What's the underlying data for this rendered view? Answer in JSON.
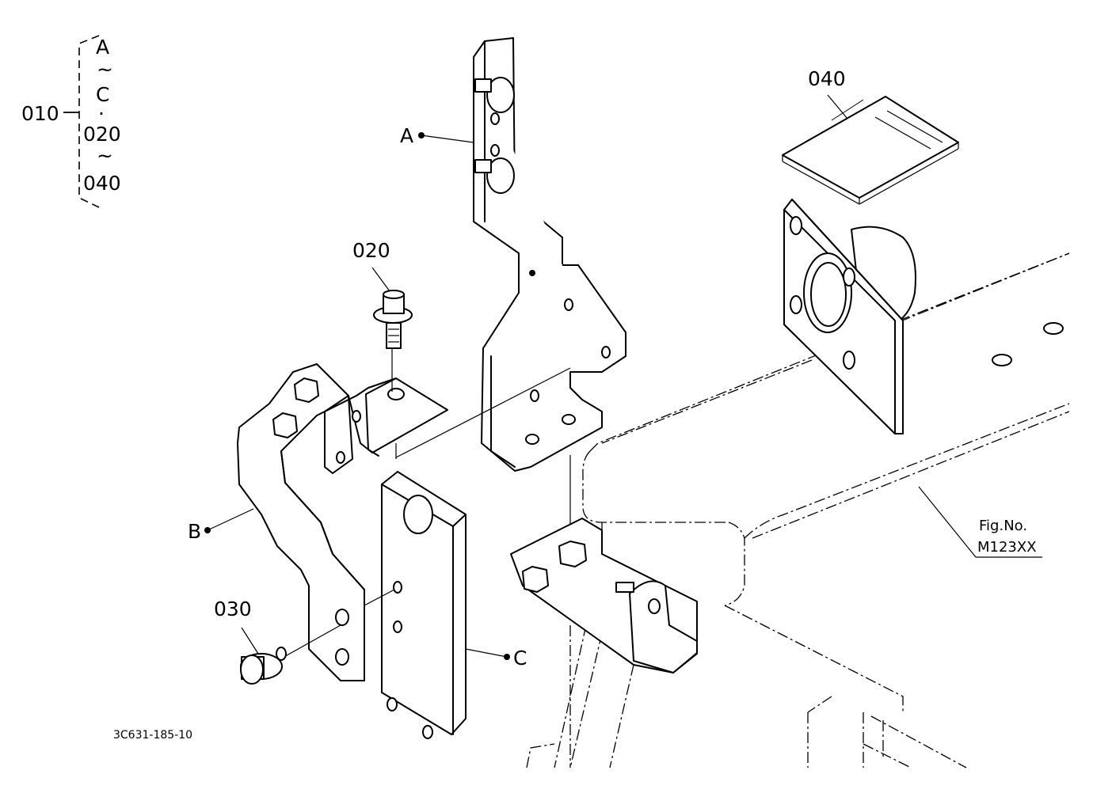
{
  "kit": {
    "number": "010",
    "lines": [
      "A",
      "~",
      "C",
      "·",
      "020",
      "~",
      "040"
    ]
  },
  "callouts": {
    "part_020": "020",
    "part_030": "030",
    "part_040": "040",
    "part_a": "A",
    "part_b": "B",
    "part_c": "C"
  },
  "figure_ref": {
    "line1": "Fig.No.",
    "line2": "M123XX"
  },
  "drawing_code": "3C631-185-10"
}
